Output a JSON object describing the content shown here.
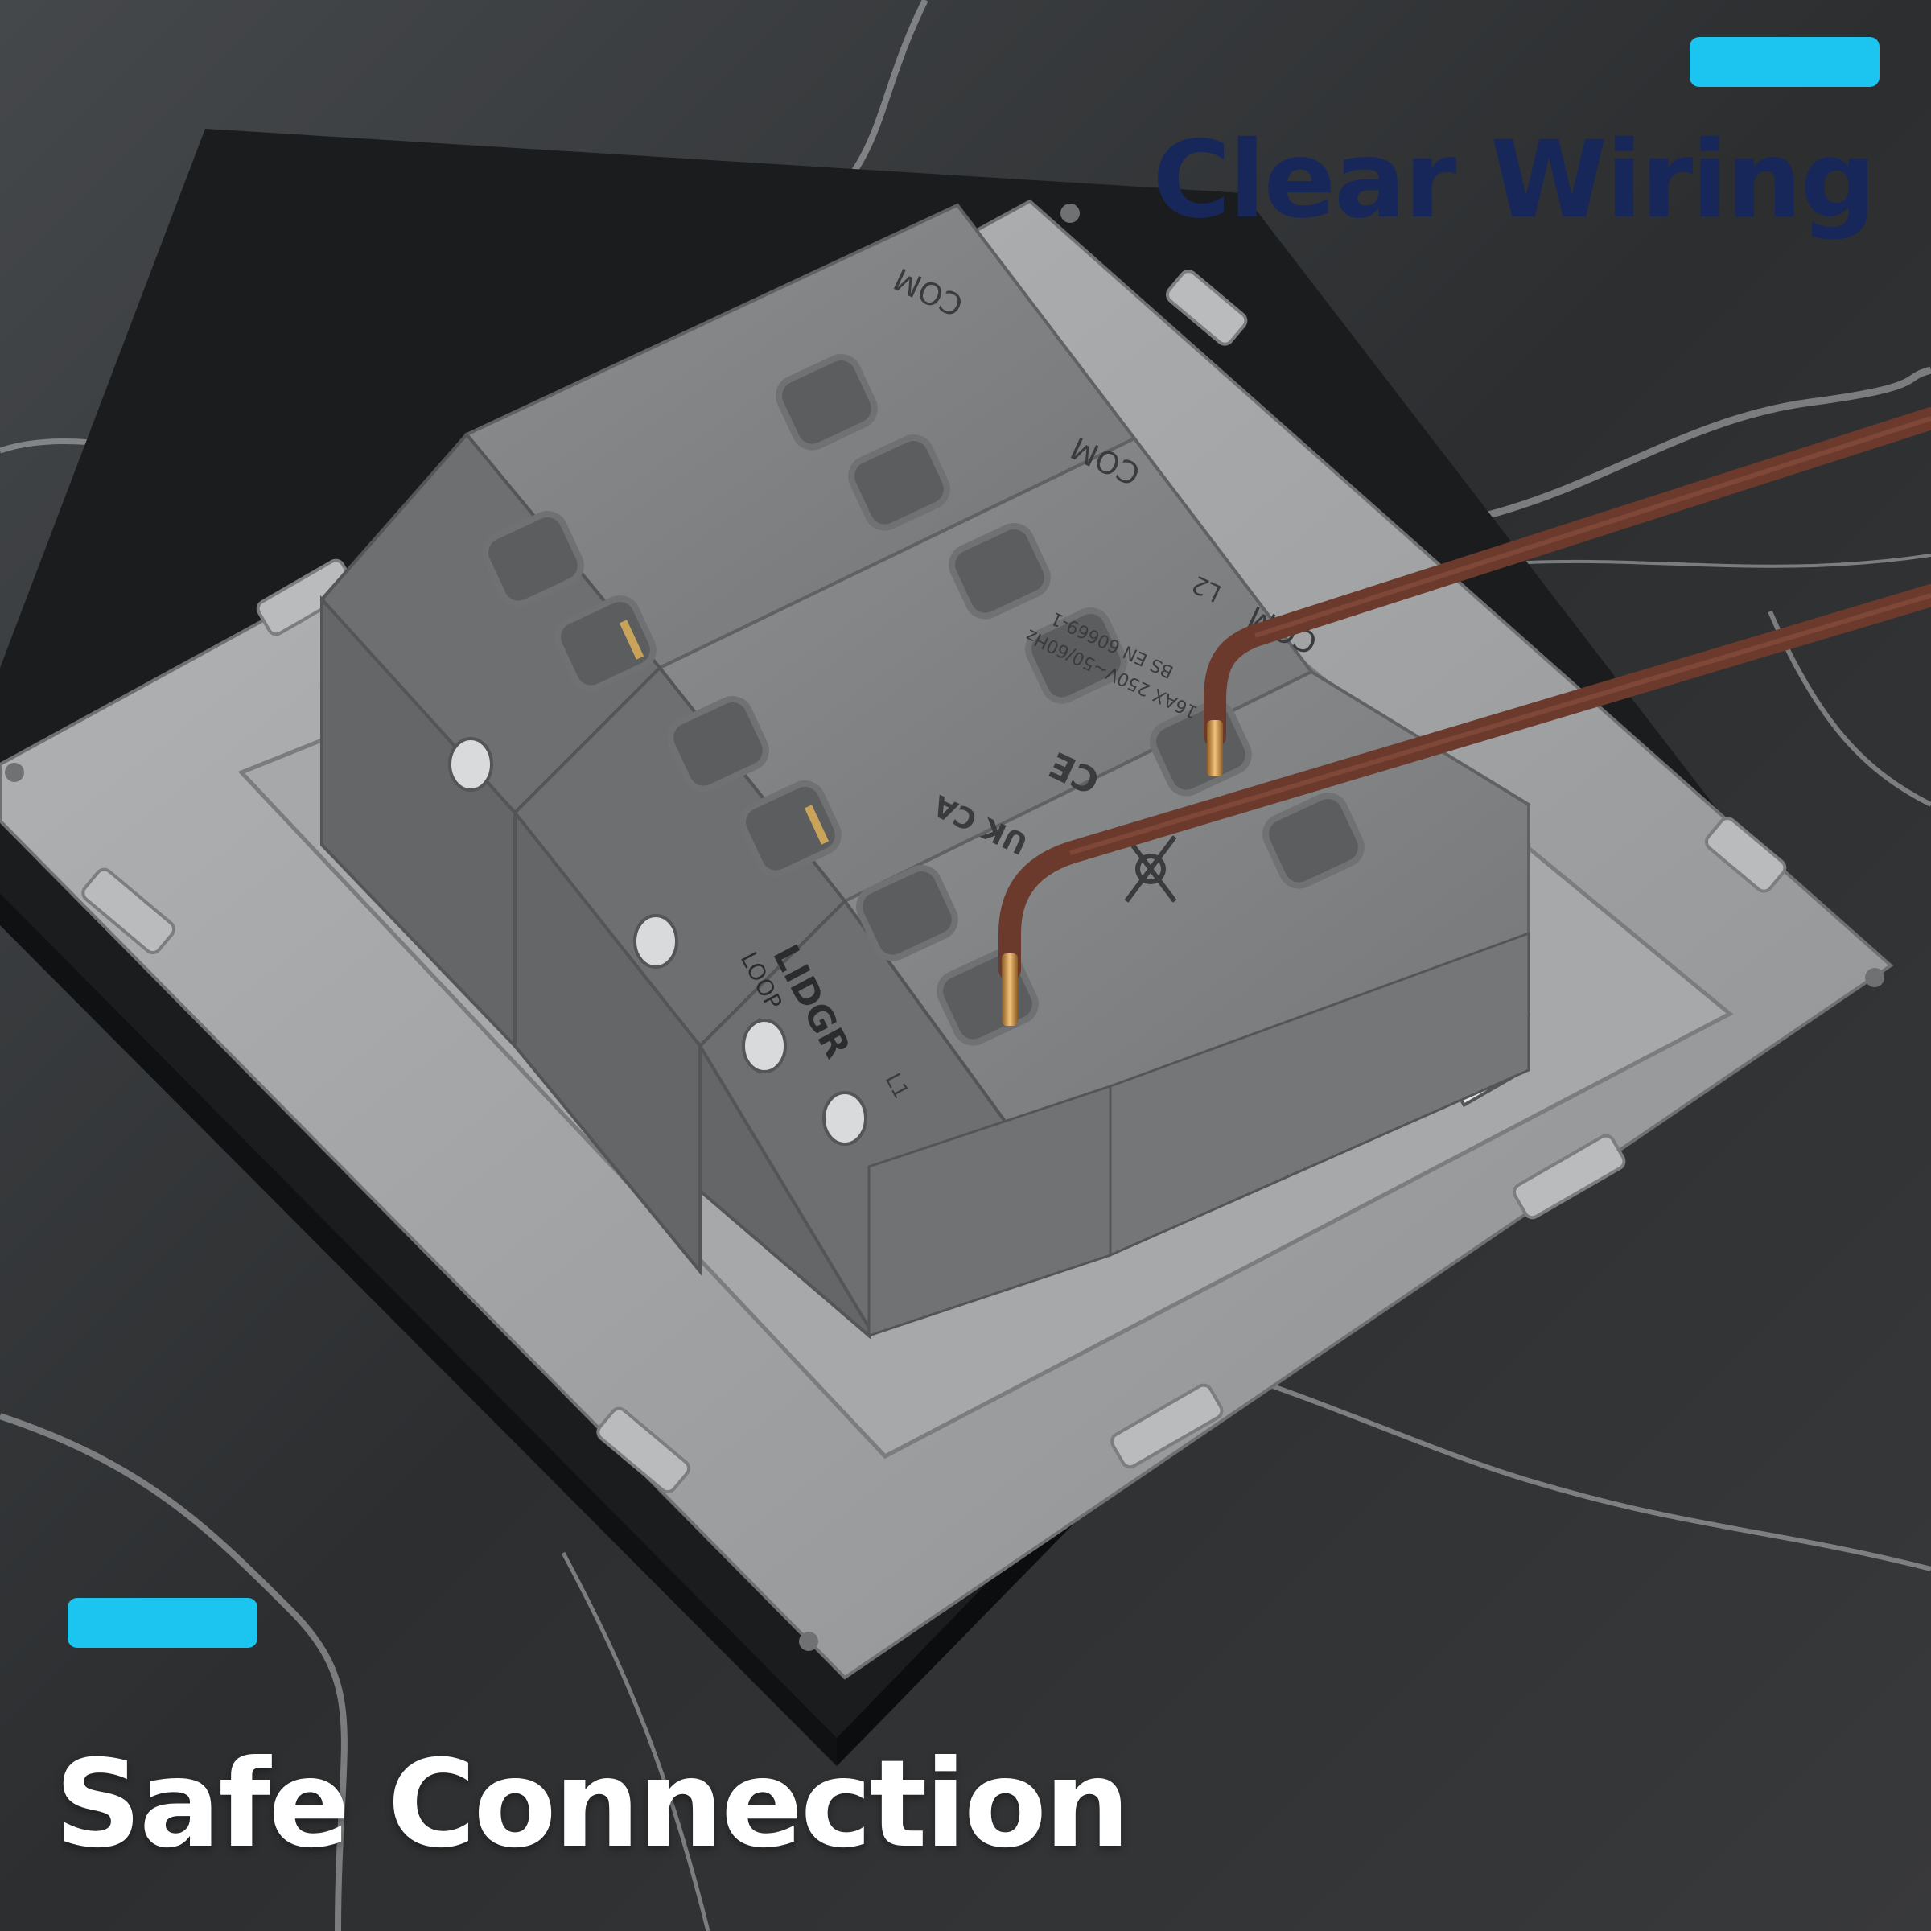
{
  "headline_top": "Clear Wiring",
  "headline_bottom": "Safe Connection",
  "colors": {
    "accent": "#1cc4f0",
    "headline_top": "#17275a",
    "headline_bottom": "#ffffff",
    "wire": "#6b3a2c",
    "copper": "#c98a3a",
    "module_grey": "#7f8183",
    "plate_grey": "#9a9c9e",
    "frame": "#1b1c1e",
    "marble": "#303234"
  },
  "module_markings": {
    "brand": "LIDGR",
    "loop": "LOOP",
    "terminal_l1": "L1",
    "terminal_l2": "L2",
    "terminal_com": "COM",
    "standard": "BS EN 60669-1",
    "rating": "16AX 250V~50/60Hz",
    "mark_ce": "CE",
    "mark_ukca": "UK CA"
  },
  "icons": [
    "x-certification-mark-icon",
    "ce-mark-icon",
    "ukca-mark-icon"
  ]
}
